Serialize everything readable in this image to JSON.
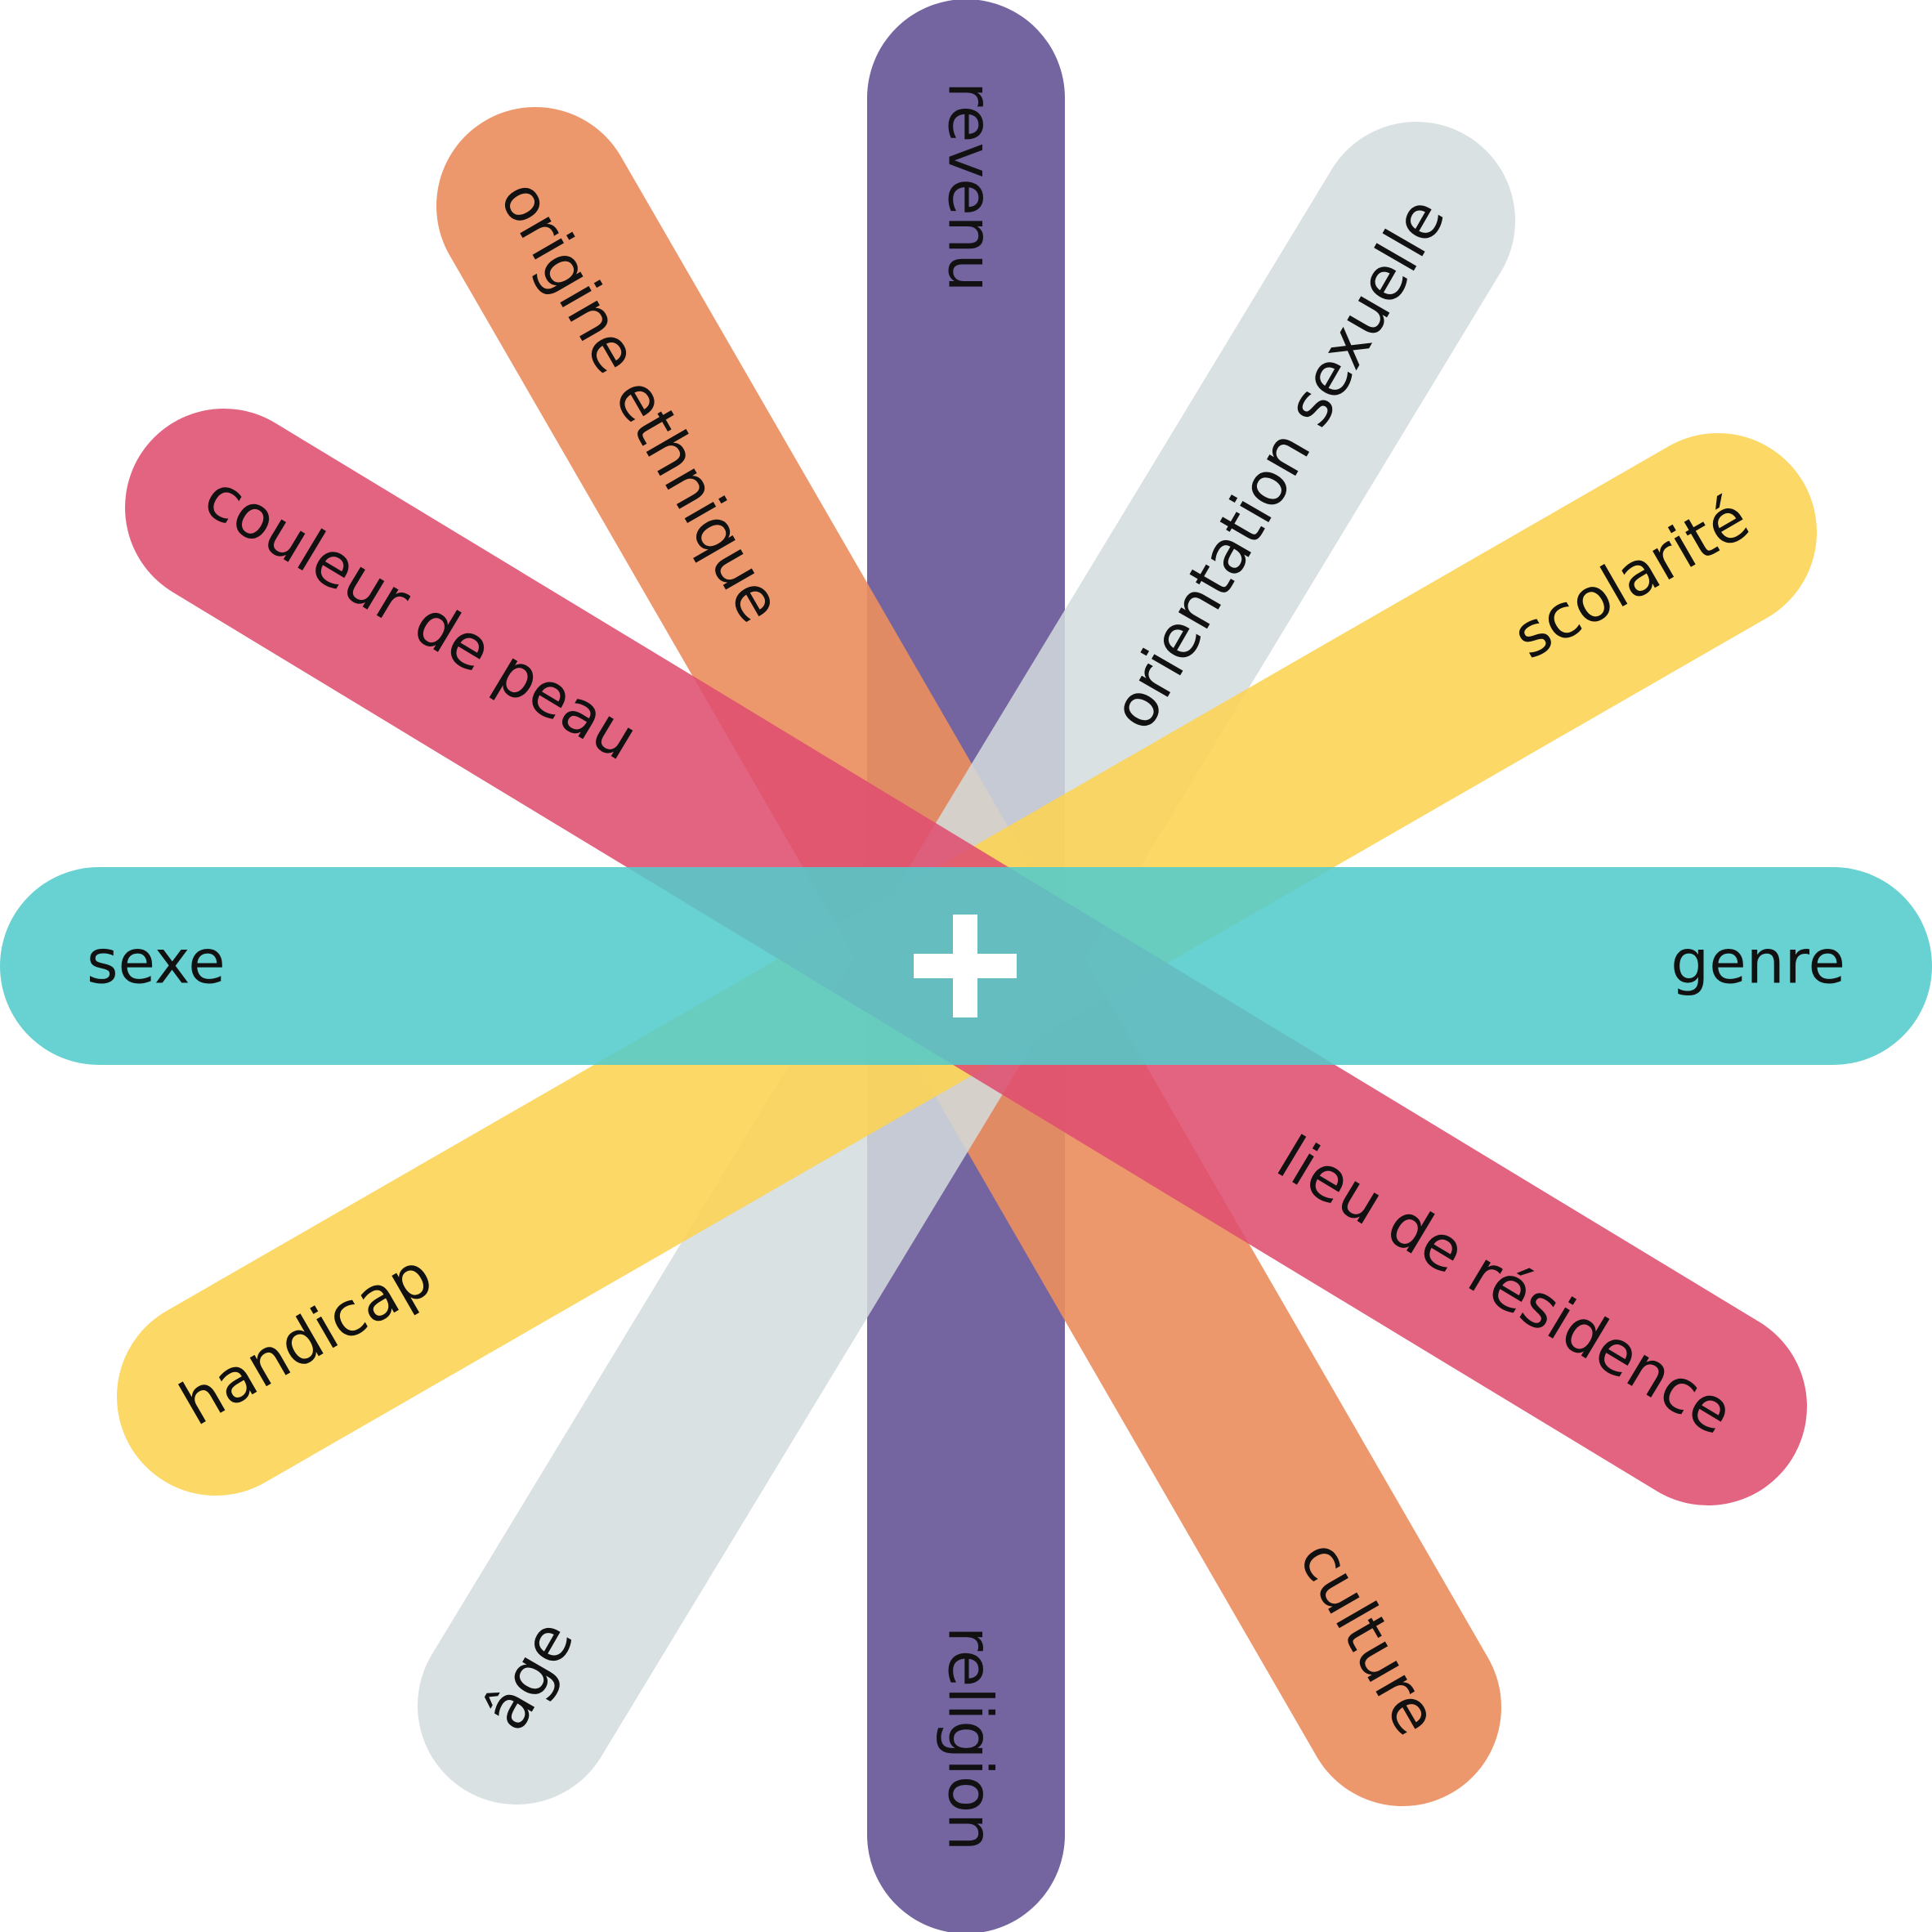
{
  "center_symbol": "+",
  "bars": [
    {
      "id": "revenu-religion",
      "color": "#705f9d",
      "label_a": "revenu",
      "label_b": "religion"
    },
    {
      "id": "origine-ethnique-culture",
      "color": "#ea8e5f",
      "label_a": "origine ethnique",
      "label_b": "culture"
    },
    {
      "id": "orientation-sexuelle-age",
      "color": "#d3dcdd",
      "label_a": "orientation sexuelle",
      "label_b": "âge"
    },
    {
      "id": "scolarite-handicap",
      "color": "#fcd352",
      "label_a": "scolarité",
      "label_b": "handicap"
    },
    {
      "id": "couleur-de-peau-lieu",
      "color": "#de4f6f",
      "label_a": "couleur de peau",
      "label_b": "lieu de résidence"
    },
    {
      "id": "sexe-genre",
      "color": "#53cbcb",
      "label_a": "sexe",
      "label_b": "genre"
    }
  ]
}
